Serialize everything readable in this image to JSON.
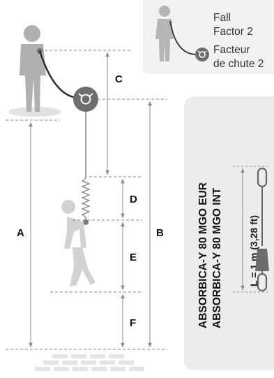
{
  "inset": {
    "line1": "Fall",
    "line2": "Factor 2",
    "line3": "Facteur",
    "line4": "de chute 2"
  },
  "dimensions": {
    "a": "A",
    "b": "B",
    "c": "C",
    "d": "D",
    "e": "E",
    "f": "F"
  },
  "product": {
    "line1": "ABSORBICA-Y 80 MGO EUR",
    "line2": "ABSORBICA-Y 80 MGO INT",
    "length": "L = 1 m (3,28 ft)"
  },
  "colors": {
    "figure": "#b0b0b0",
    "figure_light": "#d0d0d0",
    "absorber": "#6d6d6d",
    "panel": "#ececec",
    "dash": "#888888",
    "lanyard": "#333333"
  }
}
